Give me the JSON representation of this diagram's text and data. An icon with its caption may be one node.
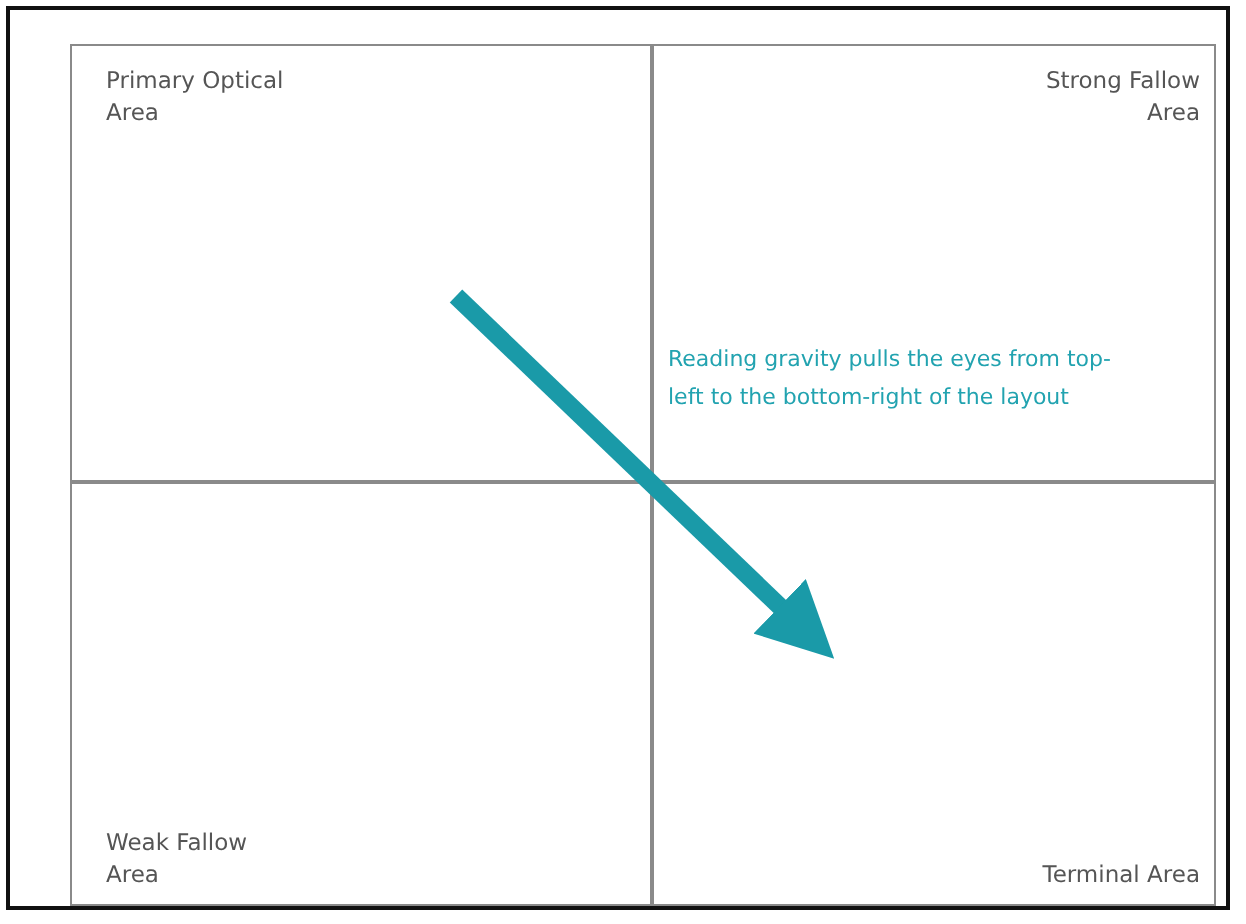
{
  "diagram": {
    "nodes": [
      {
        "text": [
          "Primary Optical Area"
        ]
      },
      {
        "text": [
          "Strong Fallow Area"
        ]
      },
      {
        "text": [
          "Weak Fallow Area"
        ]
      },
      {
        "text": [
          "Terminal Area"
        ]
      }
    ],
    "edges": [
      {
        "from": 0,
        "to": 3,
        "arrow": "to"
      }
    ],
    "labels": [
      "Reading gravity pulls the eyes from top-left to the bottom-right of the layout"
    ]
  }
}
